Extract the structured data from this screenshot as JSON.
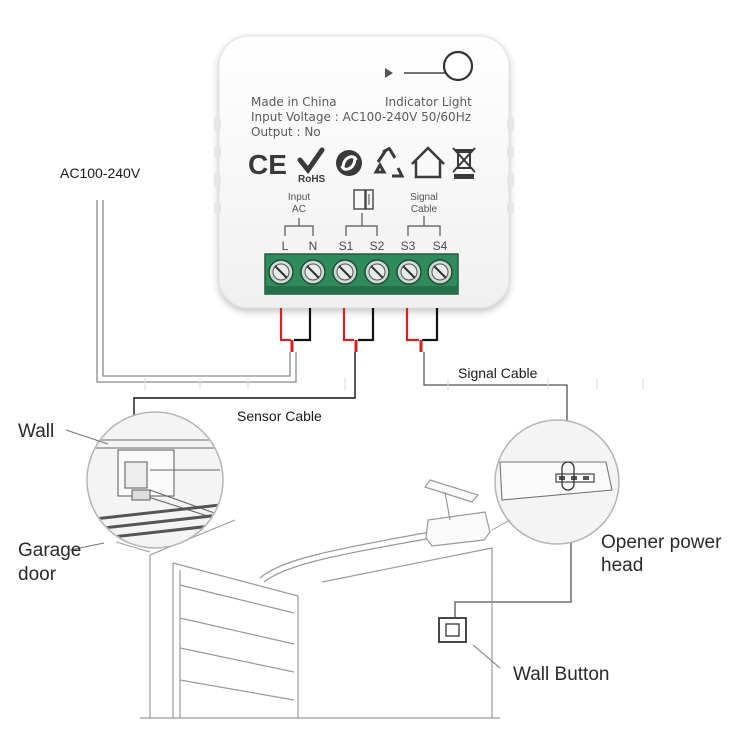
{
  "device": {
    "made_in": "Made in China",
    "indicator_label": "Indicator Light",
    "input_voltage": "Input Voltage : AC100-240V 50/60Hz",
    "output": "Output :  No",
    "cert_icons": [
      "ce-mark-icon",
      "rohs-icon",
      "green-dot-icon",
      "recycle-icon",
      "home-icon",
      "weee-bin-icon"
    ],
    "rohs_text": "RoHS",
    "ce_text": "CE",
    "group_input": [
      "Input",
      "AC"
    ],
    "group_signal": [
      "Signal",
      "Cable"
    ],
    "terminals": [
      "L",
      "N",
      "S1",
      "S2",
      "S3",
      "S4"
    ]
  },
  "labels": {
    "ac_voltage": "AC100-240V",
    "signal_cable": "Signal Cable",
    "sensor_cable": "Sensor Cable",
    "wall": "Wall",
    "garage_door_1": "Garage",
    "garage_door_2": "door",
    "opener_1": "Opener power",
    "opener_2": "head",
    "wall_button": "Wall Button"
  },
  "colors": {
    "terminal_block": "#2f8a5c",
    "wire_red": "#d22222",
    "wire_black": "#111111",
    "line_gray": "#7a7a7a"
  }
}
